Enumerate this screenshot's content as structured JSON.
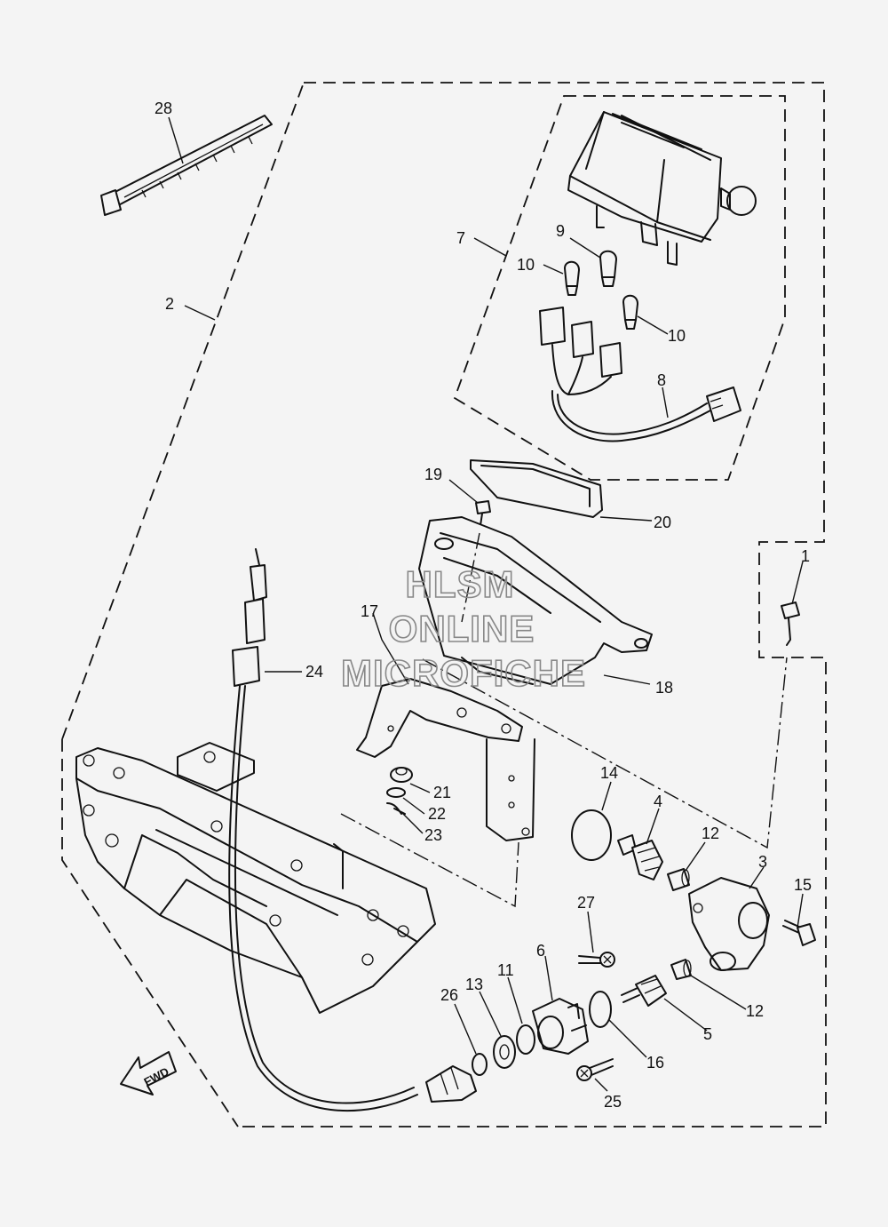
{
  "watermark": {
    "line1": "HLSM",
    "line2": "ONLINE",
    "line3": "MICROFICHE"
  },
  "direction_label": "FWD",
  "callouts": [
    "1",
    "2",
    "3",
    "4",
    "5",
    "6",
    "7",
    "8",
    "9",
    "10",
    "10",
    "11",
    "12",
    "12",
    "13",
    "14",
    "15",
    "16",
    "17",
    "18",
    "19",
    "20",
    "21",
    "22",
    "23",
    "24",
    "25",
    "26",
    "27",
    "28"
  ]
}
